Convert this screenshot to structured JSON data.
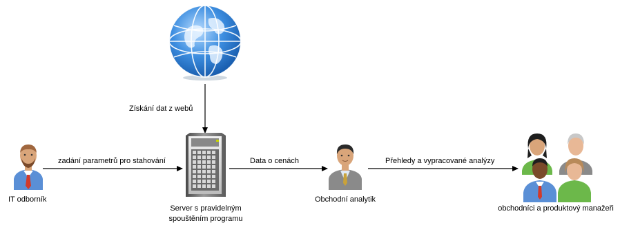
{
  "nodes": {
    "it_expert": {
      "label": "IT odborník",
      "icon": "person-bearded-icon"
    },
    "server": {
      "label_line1": "Server s pravidelným",
      "label_line2": "spouštěním programu",
      "icon": "server-tower-icon"
    },
    "globe": {
      "icon": "globe-icon"
    },
    "analyst": {
      "label": "Obchodní analytik",
      "icon": "person-suit-icon"
    },
    "managers": {
      "label": "obchodníci a produktový manažeři",
      "icon": "people-group-icon"
    }
  },
  "edges": {
    "web_to_server": {
      "label": "Získání dat z webů"
    },
    "it_to_server": {
      "label": "zadání parametrů pro stahování"
    },
    "server_to_analyst": {
      "label": "Data o cenách"
    },
    "analyst_to_managers": {
      "label": "Přehledy a vypracované analýzy"
    }
  },
  "colors": {
    "skin": "#d9a57a",
    "shirt_blue": "#5a8fd6",
    "tie_red": "#d23a2a",
    "suit_gray": "#8a8a8a",
    "globe_blue": "#3d8ee0",
    "server_gray": "#6e6e6e",
    "arrow": "#000000"
  }
}
